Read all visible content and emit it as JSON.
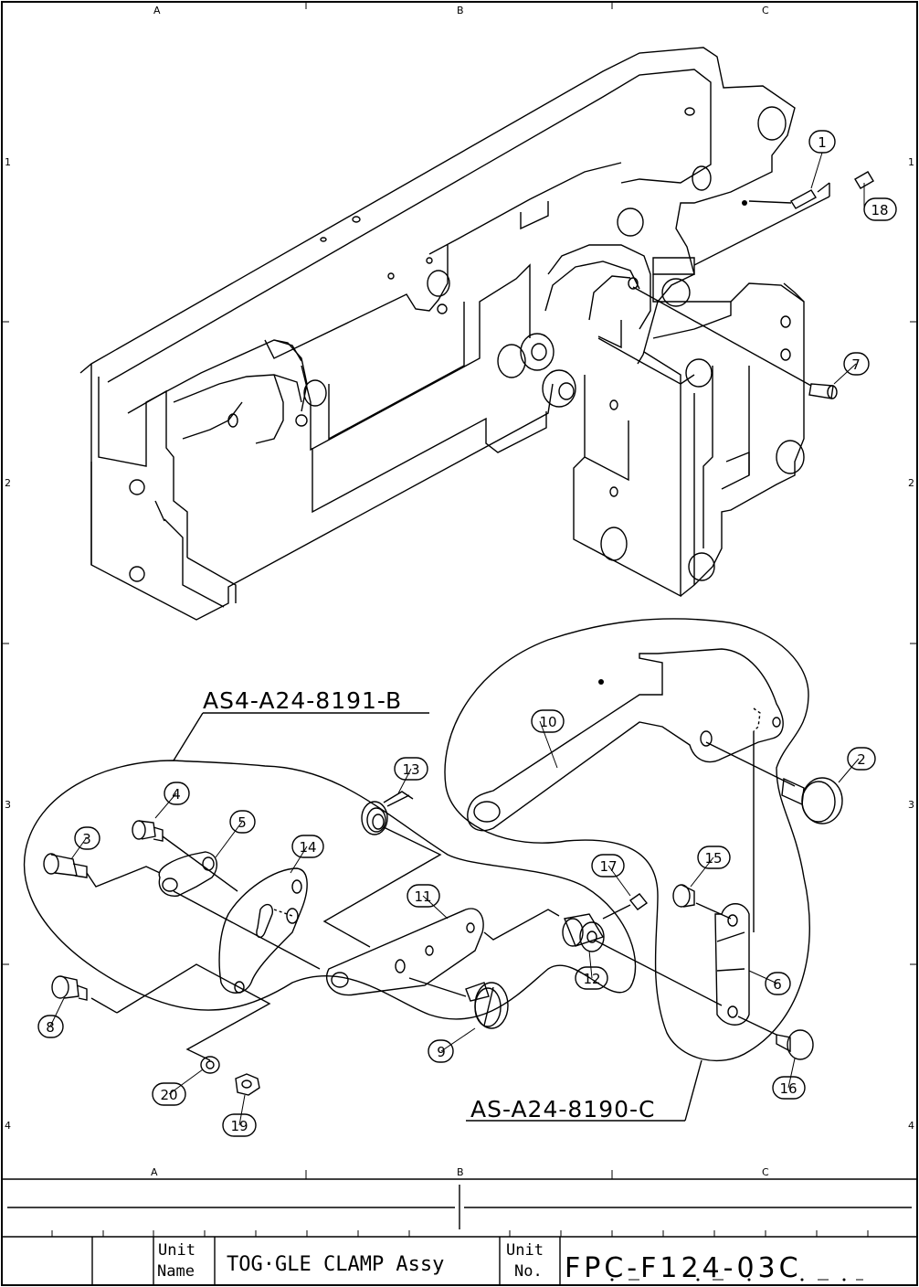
{
  "grid": {
    "columns": [
      "A",
      "B",
      "C"
    ],
    "rows": [
      "1",
      "2",
      "3",
      "4"
    ]
  },
  "assemblies": [
    {
      "id": "assy-left",
      "label": "AS4-A24-8191-B"
    },
    {
      "id": "assy-right",
      "label": "AS-A24-8190-C"
    }
  ],
  "callouts": [
    "1",
    "2",
    "3",
    "4",
    "5",
    "6",
    "7",
    "8",
    "9",
    "10",
    "11",
    "12",
    "13",
    "14",
    "15",
    "16",
    "17",
    "18",
    "19",
    "20"
  ],
  "title_block": {
    "unit_name_label_1": "Unit",
    "unit_name_label_2": "Name",
    "unit_name": "TOG·GLE CLAMP Assy",
    "unit_no_label_1": "Unit",
    "unit_no_label_2": "No.",
    "unit_no": "FPC-F124-03C"
  }
}
